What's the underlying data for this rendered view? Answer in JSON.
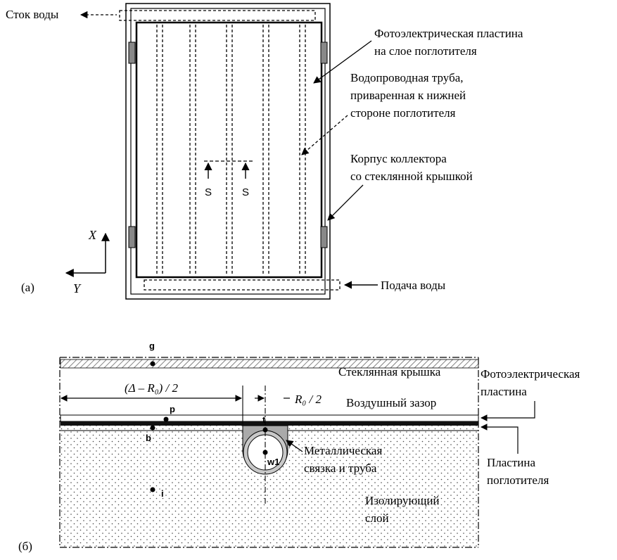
{
  "part_a": {
    "tag": "(а)",
    "labels": {
      "drain": "Сток воды",
      "pv_plate_line1": "Фотоэлектрическая пластина",
      "pv_plate_line2": "на слое поглотителя",
      "pipe_line1": "Водопроводная труба,",
      "pipe_line2": "приваренная к нижней",
      "pipe_line3": "стороне поглотителя",
      "housing_line1": "Корпус коллектора",
      "housing_line2": "со стеклянной крышкой",
      "supply": "Подача воды",
      "section_left": "S",
      "section_right": "S",
      "axis_x": "X",
      "axis_y": "Y"
    }
  },
  "part_b": {
    "tag": "(б)",
    "labels": {
      "point_g": "g",
      "point_p": "p",
      "point_b": "b",
      "point_i": "i",
      "point_t": "t",
      "point_w1": "w1",
      "dim_half_spacing": "(Δ – R₀) / 2",
      "dim_half_radius": "R₀ / 2",
      "glass_cover": "Стеклянная крышка",
      "air_gap": "Воздушный зазор",
      "pv_line1": "Фотоэлектрическая",
      "pv_line2": "пластина",
      "metal_line1": "Металлическая",
      "metal_line2": "связка и труба",
      "absorber_line1": "Пластина",
      "absorber_line2": "поглотителя",
      "insulation_line1": "Изолирующий",
      "insulation_line2": "слой"
    }
  }
}
